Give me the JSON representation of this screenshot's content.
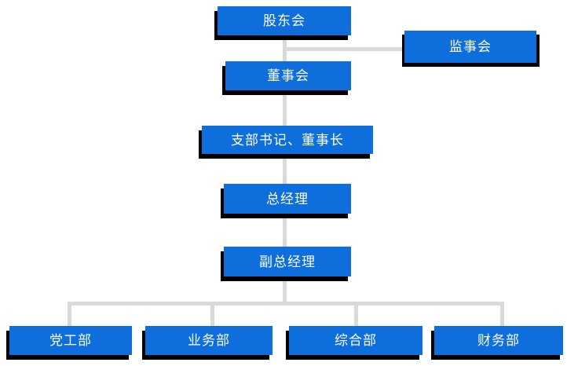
{
  "org_chart": {
    "nodes": {
      "shareholders": {
        "label": "股东会"
      },
      "supervisory_board": {
        "label": "监事会"
      },
      "board_of_directors": {
        "label": "董事会"
      },
      "branch_secretary_chairman": {
        "label": "支部书记、董事长"
      },
      "general_manager": {
        "label": "总经理"
      },
      "deputy_general_manager": {
        "label": "副总经理"
      },
      "departments": [
        {
          "label": "党工部"
        },
        {
          "label": "业务部"
        },
        {
          "label": "综合部"
        },
        {
          "label": "财务部"
        }
      ]
    },
    "colors": {
      "node_fill": "#0d6edc",
      "node_shadow": "#000000",
      "node_text": "#ffffff",
      "connector": "#d9d9d9",
      "background": "#ffffff"
    }
  }
}
